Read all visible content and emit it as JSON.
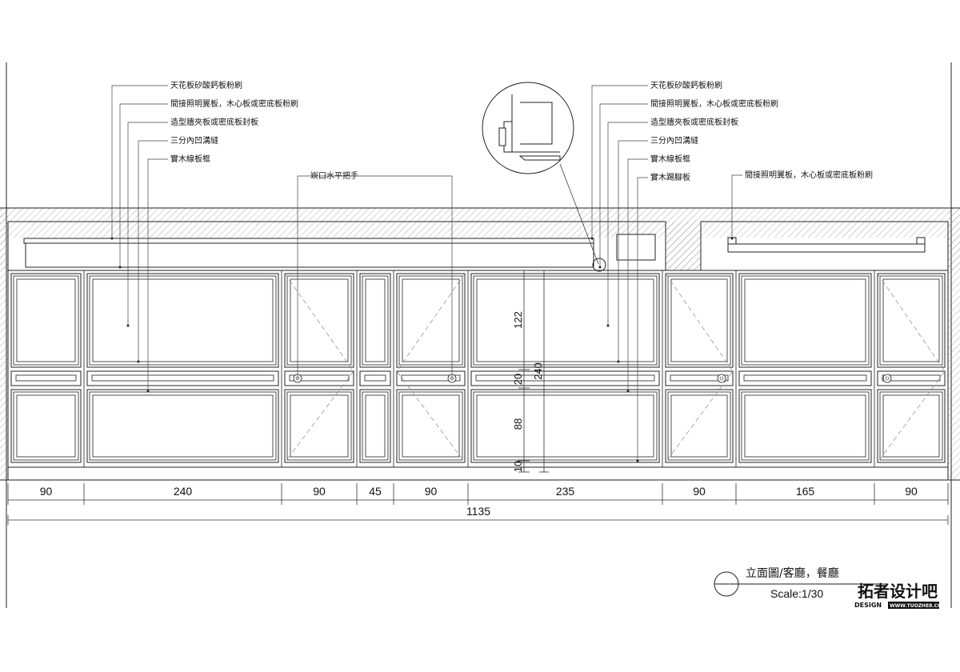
{
  "callouts_left": [
    "天花板矽酸鈣板粉刷",
    "間接照明翼板，木心板或密底板粉刷",
    "造型牆夾板或密底板封板",
    "三分內凹溝縫",
    "實木線板框"
  ],
  "callout_handle": "崁口水平把手",
  "callouts_right": [
    "天花板矽酸鈣板粉刷",
    "間接照明翼板，木心板或密底板粉刷",
    "造型牆夾板或密底板封板",
    "三分內凹溝縫",
    "實木線板框",
    "實木踢腳板"
  ],
  "callout_far_right": "間接照明翼板，木心板或密底板粉刷",
  "horizontal_dimensions": [
    "90",
    "240",
    "90",
    "45",
    "90",
    "235",
    "90",
    "165",
    "90"
  ],
  "total_dimension": "1135",
  "vertical_dimensions": {
    "upper": "122",
    "middle": "20",
    "lower": "88",
    "base": "10",
    "total": "240"
  },
  "title": "立面圖/客廳，餐廳",
  "scale": "Scale:1/30",
  "logo": {
    "main": "拓者设计吧",
    "sub": "DESIGN",
    "url": "WWW.TUOZHE8.COM"
  }
}
